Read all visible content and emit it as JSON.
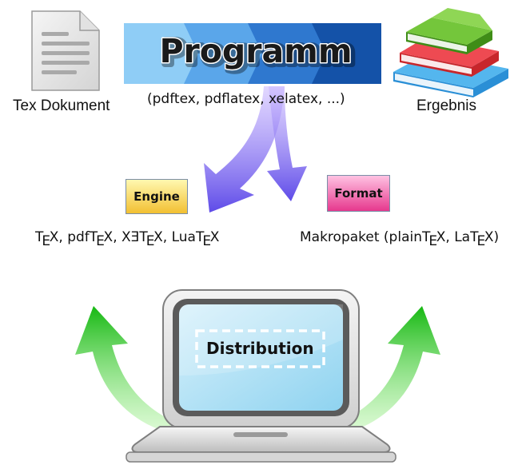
{
  "document_label": "Tex Dokument",
  "program": {
    "title": "Programm",
    "examples": "(pdftex, pdflatex, xelatex, ...)"
  },
  "result_label": "Ergebnis",
  "engine": {
    "badge": "Engine",
    "list": "TEX, pdfTEX, XƎTEX, LuaTEX"
  },
  "format": {
    "badge": "Format",
    "list": "Makropaket (plainTEX, LaTEX)"
  },
  "distribution_label": "Distribution",
  "colors": {
    "program_bar": [
      "#8fcdf6",
      "#5aa6ea",
      "#2f78cf",
      "#1452a8"
    ],
    "engine_badge": [
      "#fff7a8",
      "#f3c236"
    ],
    "format_badge": [
      "#ffb8dc",
      "#e8388f"
    ],
    "purple_arrow": "#7b63f2",
    "green_arrow": "#22c01d",
    "laptop_screen": "#aee0f5"
  },
  "icons": [
    "document-icon",
    "books-icon",
    "laptop-icon"
  ]
}
